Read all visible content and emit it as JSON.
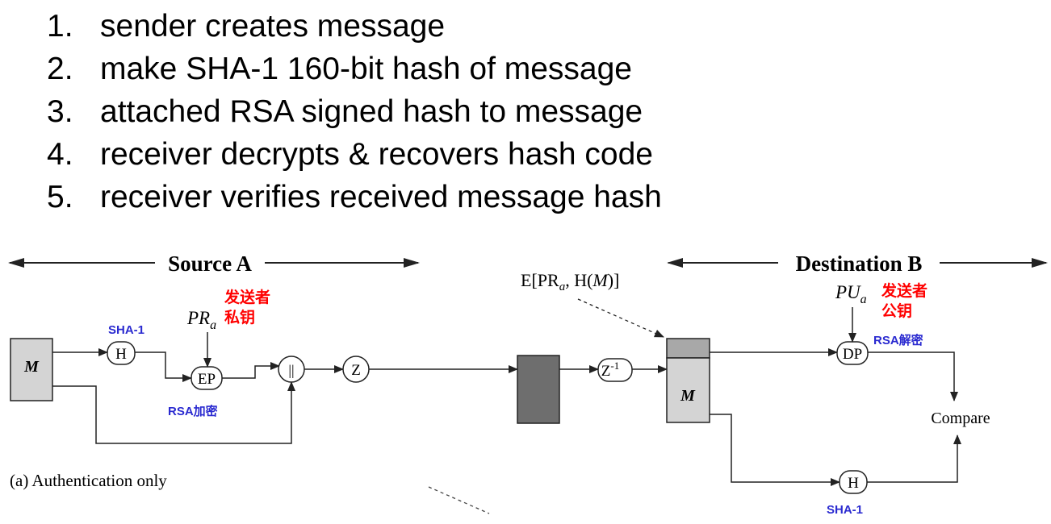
{
  "steps": [
    {
      "num": "1.",
      "text": "sender creates message"
    },
    {
      "num": "2.",
      "text": "make SHA-1 160-bit hash of message"
    },
    {
      "num": "3.",
      "text": "attached RSA signed hash to message"
    },
    {
      "num": "4.",
      "text": "receiver decrypts & recovers hash code"
    },
    {
      "num": "5.",
      "text": "receiver verifies received message hash"
    }
  ],
  "diagram": {
    "source_label": "Source A",
    "destination_label": "Destination B",
    "message_label": "M",
    "message_label_dest": "M",
    "hash_label": "H",
    "hash_label_dest": "H",
    "encrypt_label": "EP",
    "concat_label": "||",
    "compress_label": "Z",
    "decompress_label": "Z",
    "decompress_sup": "-1",
    "decrypt_label": "DP",
    "compare_label": "Compare",
    "caption": "(a) Authentication only",
    "signature_label": "E[PR",
    "signature_sub": "a",
    "signature_rest": ", H(",
    "signature_m": "M",
    "signature_end": ")]",
    "private_key_label": "PR",
    "private_key_sub": "a",
    "public_key_label": "PU",
    "public_key_sub": "a",
    "annotations": {
      "sha1_source": "SHA-1",
      "sha1_dest": "SHA-1",
      "rsa_encrypt": "RSA加密",
      "rsa_decrypt": "RSA解密",
      "sender_private_key_line1": "发送者",
      "sender_private_key_line2": "私钥",
      "sender_public_key_line1": "发送者",
      "sender_public_key_line2": "公钥"
    },
    "colors": {
      "annotation_blue": "#2a2ad0",
      "annotation_red": "#ff0000",
      "box_gray": "#d4d4d4",
      "dark_block": "#6e6e6e",
      "line": "#222222"
    }
  }
}
